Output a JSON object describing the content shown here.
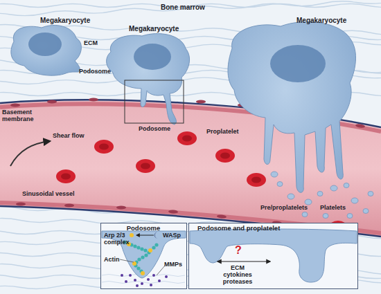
{
  "diagram": {
    "nodes": [
      {
        "text": [
          "Podosome",
          "Arp 2/3 complex",
          "WASp",
          "Actin",
          "MMPs"
        ]
      },
      {
        "text": [
          "Podosome and proplatelet",
          "?",
          "ECM cytokines proteases"
        ]
      }
    ],
    "labels": [
      "Bone marrow",
      "Megakaryocyte",
      "ECM",
      "Megakaryocyte",
      "Megakaryocyte",
      "Podosome",
      "Basement membrane",
      "Podosome",
      "Proplatelet",
      "Shear flow",
      "Sinusoidal vessel",
      "Pre/proplatelets",
      "Platelets"
    ]
  }
}
